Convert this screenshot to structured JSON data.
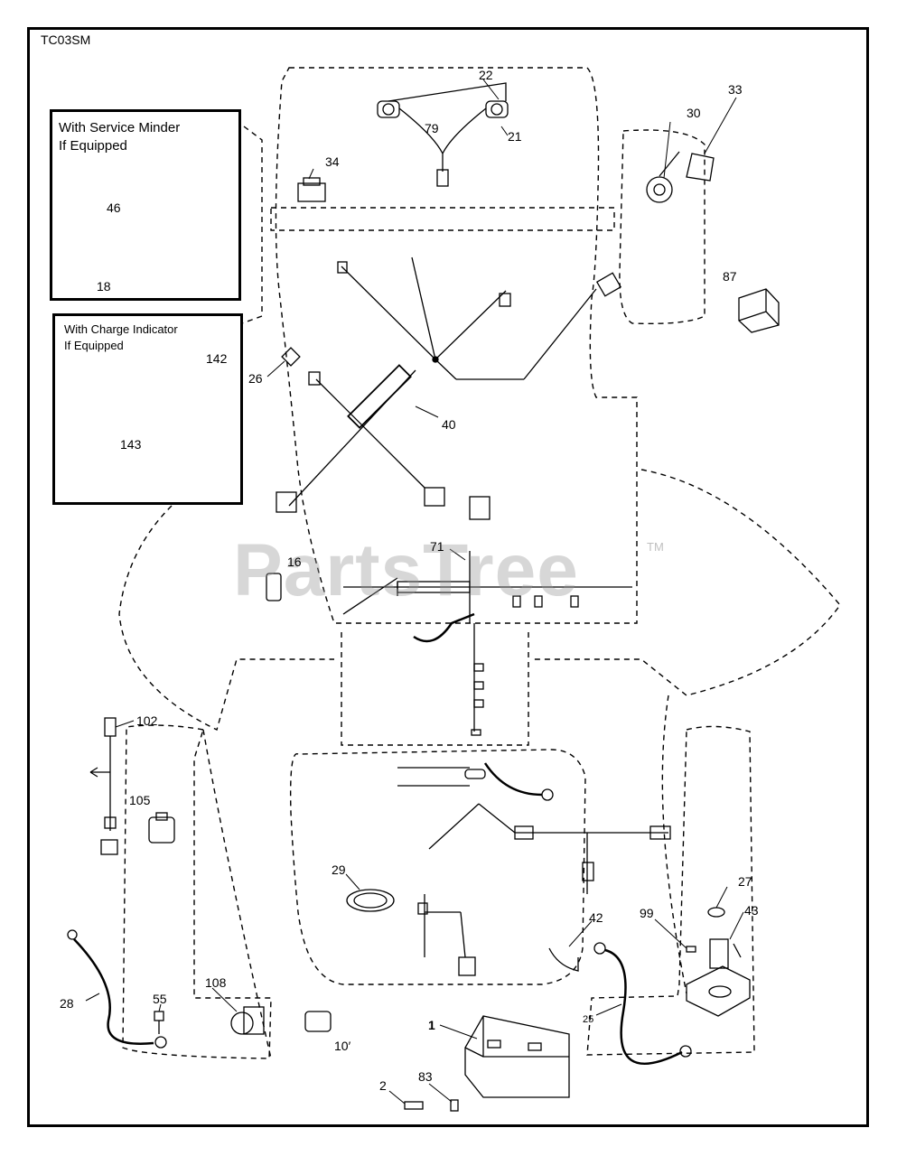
{
  "diagram_code": "TC03SM",
  "watermark": {
    "brand": "PartsTree",
    "trademark": "TM"
  },
  "insets": {
    "service_minder": {
      "title_line1": "With Service Minder",
      "title_line2": "If Equipped",
      "parts": [
        "46",
        "18"
      ]
    },
    "charge_indicator": {
      "title_line1": "With Charge Indicator",
      "title_line2": "If Equipped",
      "parts": [
        "142",
        "143"
      ]
    }
  },
  "callouts": [
    {
      "id": "c22",
      "label": "22"
    },
    {
      "id": "c79",
      "label": "79"
    },
    {
      "id": "c21",
      "label": "21"
    },
    {
      "id": "c34",
      "label": "34"
    },
    {
      "id": "c30",
      "label": "30"
    },
    {
      "id": "c33",
      "label": "33"
    },
    {
      "id": "c87",
      "label": "87"
    },
    {
      "id": "c46",
      "label": "46"
    },
    {
      "id": "c18",
      "label": "18"
    },
    {
      "id": "c142",
      "label": "142"
    },
    {
      "id": "c143",
      "label": "143"
    },
    {
      "id": "c26",
      "label": "26"
    },
    {
      "id": "c40",
      "label": "40"
    },
    {
      "id": "c71",
      "label": "71"
    },
    {
      "id": "c16",
      "label": "16"
    },
    {
      "id": "c102",
      "label": "102"
    },
    {
      "id": "c105",
      "label": "105"
    },
    {
      "id": "c29",
      "label": "29"
    },
    {
      "id": "c42",
      "label": "42"
    },
    {
      "id": "c27",
      "label": "27"
    },
    {
      "id": "c99",
      "label": "99"
    },
    {
      "id": "c43",
      "label": "43"
    },
    {
      "id": "c28",
      "label": "28"
    },
    {
      "id": "c55",
      "label": "55"
    },
    {
      "id": "c108",
      "label": "108"
    },
    {
      "id": "c10x",
      "label": "10′"
    },
    {
      "id": "c1",
      "label": "1"
    },
    {
      "id": "c25",
      "label": "25"
    },
    {
      "id": "c2",
      "label": "2"
    },
    {
      "id": "c83",
      "label": "83"
    }
  ]
}
